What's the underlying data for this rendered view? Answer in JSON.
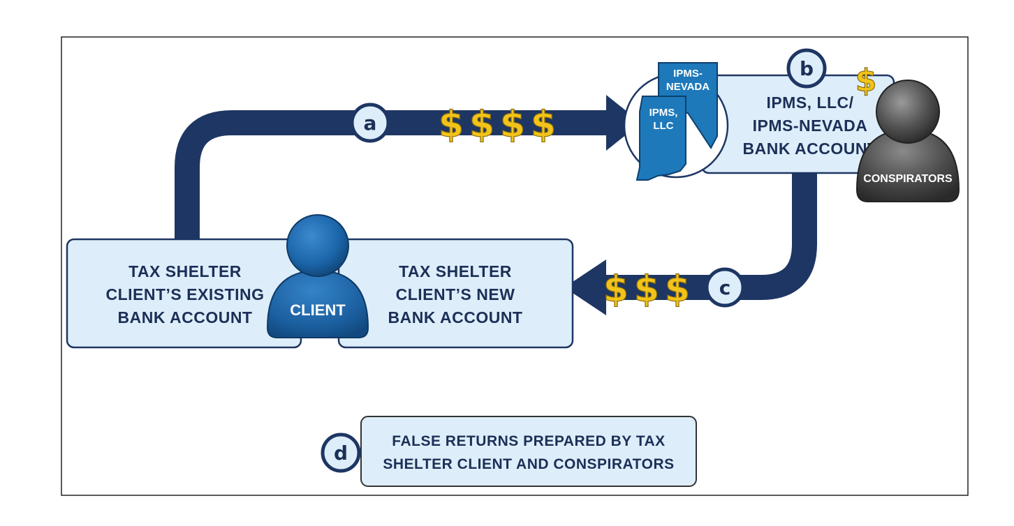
{
  "existing_account": {
    "lines": [
      "TAX SHELTER",
      "CLIENT’S EXISTING",
      "BANK ACCOUNT"
    ]
  },
  "new_account": {
    "lines": [
      "TAX SHELTER",
      "CLIENT’S NEW",
      "BANK ACCOUNT"
    ]
  },
  "client": {
    "label": "CLIENT"
  },
  "ipms_account": {
    "lines": [
      "IPMS, LLC/",
      "IPMS-NEVADA",
      "BANK ACCOUNT"
    ]
  },
  "conspirators": {
    "label": "CONSPIRATORS"
  },
  "state_shapes": {
    "nevada_lines": [
      "IPMS-",
      "NEVADA"
    ],
    "indiana_lines": [
      "IPMS,",
      "LLC"
    ]
  },
  "steps": {
    "a": "a",
    "b": "b",
    "c": "c",
    "d": "d"
  },
  "flow_a": {
    "symbols": [
      "$",
      "$",
      "$",
      "$"
    ]
  },
  "flow_c": {
    "symbols": [
      "$",
      "$",
      "$"
    ]
  },
  "conspirator_symbol": "$",
  "false_returns": {
    "lines": [
      "FALSE RETURNS PREPARED BY TAX",
      "SHELTER CLIENT AND CONSPIRATORS"
    ]
  },
  "colors": {
    "arrow": "#1e3663",
    "box_fill": "#ddeefa",
    "box_stroke": "#1e3663",
    "client_blue": "#1b64a8",
    "state_blue": "#1d79ba",
    "dollar_gold": "#f2c31a",
    "conspirator_gray": "#555555"
  }
}
